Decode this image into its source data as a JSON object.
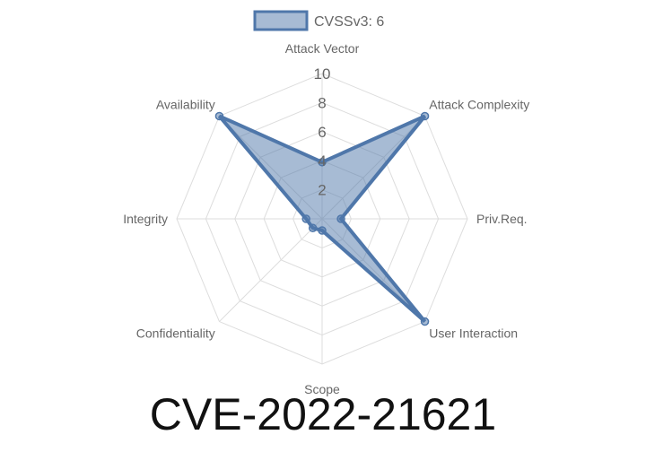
{
  "title": "CVE-2022-21621",
  "colors": {
    "series_stroke": "#4f77aa",
    "series_fill": "#4f77aa",
    "grid": "#dddddd",
    "label": "#666666"
  },
  "chart_data": {
    "type": "radar",
    "categories": [
      "Attack Vector",
      "Attack Complexity",
      "Priv.Req.",
      "User Interaction",
      "Scope",
      "Confidentiality",
      "Integrity",
      "Availability"
    ],
    "series": [
      {
        "name": "CVSSv3: 6",
        "values": [
          3.9,
          10,
          1.3,
          10,
          0.8,
          0.9,
          1.1,
          10
        ]
      }
    ],
    "r_ticks": [
      "2",
      "4",
      "6",
      "8",
      "10"
    ],
    "r_range": [
      0,
      10
    ],
    "legend_position": "top",
    "grid": true
  }
}
